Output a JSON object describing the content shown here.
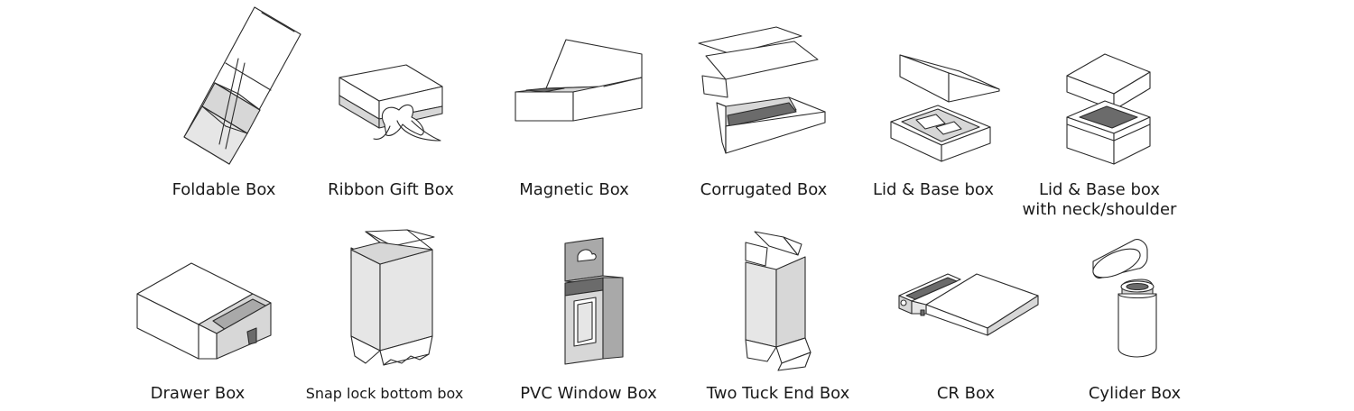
{
  "boxes": [
    {
      "label": "Foldable Box",
      "icon": "foldable-box-icon"
    },
    {
      "label": "Ribbon Gift Box",
      "icon": "ribbon-gift-box-icon"
    },
    {
      "label": "Magnetic Box",
      "icon": "magnetic-box-icon"
    },
    {
      "label": "Corrugated Box",
      "icon": "corrugated-box-icon"
    },
    {
      "label": "Lid & Base box",
      "icon": "lid-base-box-icon"
    },
    {
      "label_line1": "Lid & Base box",
      "label_line2": "with neck/shoulder",
      "icon": "lid-base-neck-box-icon"
    },
    {
      "label": "Drawer Box",
      "icon": "drawer-box-icon"
    },
    {
      "label": "Snap lock bottom box",
      "icon": "snap-lock-bottom-box-icon"
    },
    {
      "label": "PVC Window Box",
      "icon": "pvc-window-box-icon"
    },
    {
      "label": "Two Tuck End Box",
      "icon": "two-tuck-end-box-icon"
    },
    {
      "label": "CR Box",
      "icon": "cr-box-icon"
    },
    {
      "label": "Cylider Box",
      "icon": "cylinder-box-icon"
    }
  ],
  "colors": {
    "line": "#2b2b2b",
    "fill_light": "#d7d7d7",
    "fill_dark": "#6b6b6b",
    "background": "#ffffff"
  }
}
